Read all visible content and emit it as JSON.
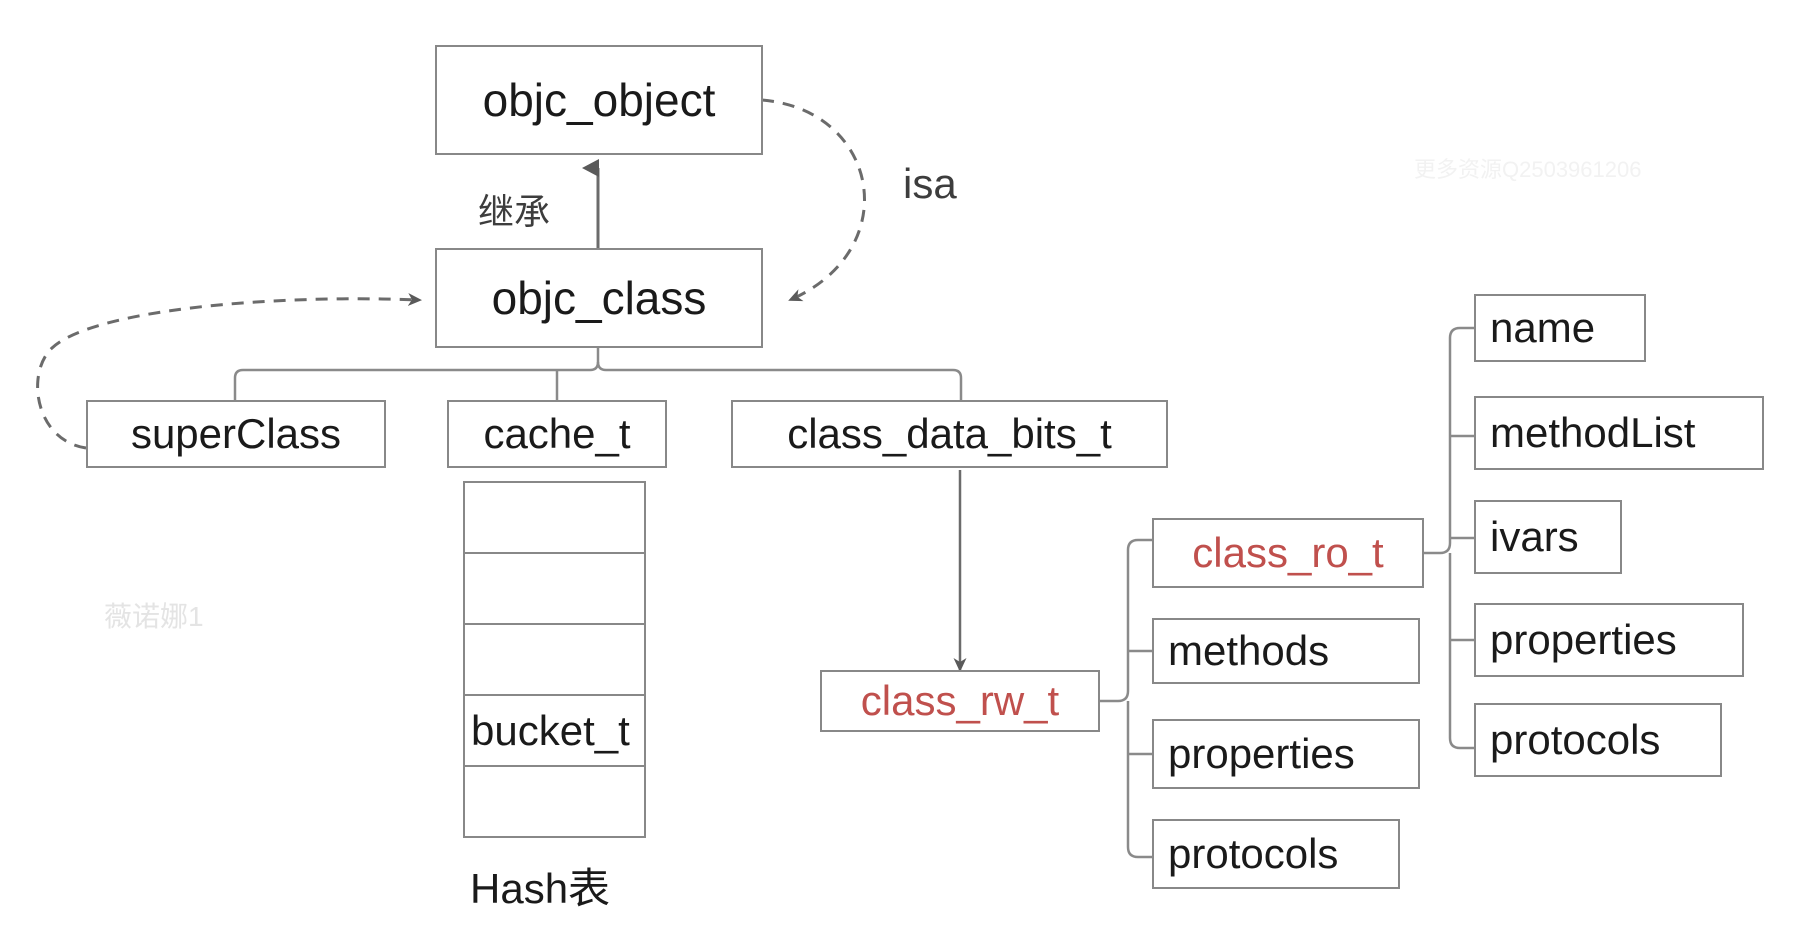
{
  "diagram": {
    "title_nodes": {
      "objc_object": "objc_object",
      "objc_class": "objc_class",
      "superClass": "superClass",
      "cache_t": "cache_t",
      "class_data_bits_t": "class_data_bits_t",
      "class_rw_t": "class_rw_t",
      "class_ro_t": "class_ro_t"
    },
    "edge_labels": {
      "inherit": "继承",
      "isa": "isa"
    },
    "cache_table": {
      "caption": "Hash表",
      "rows": [
        "",
        "",
        "",
        "bucket_t",
        ""
      ]
    },
    "rw_children": [
      "methods",
      "properties",
      "protocols"
    ],
    "ro_children": [
      "name",
      "methodList",
      "ivars",
      "properties",
      "protocols"
    ],
    "watermarks": {
      "top_right": "更多资源Q2503961206",
      "left": "薇诺娜1"
    },
    "colors": {
      "box_border": "#888888",
      "text": "#1a1a1a",
      "red_text": "#c0504d",
      "connector": "#6b6b6b",
      "background": "#ffffff"
    }
  }
}
